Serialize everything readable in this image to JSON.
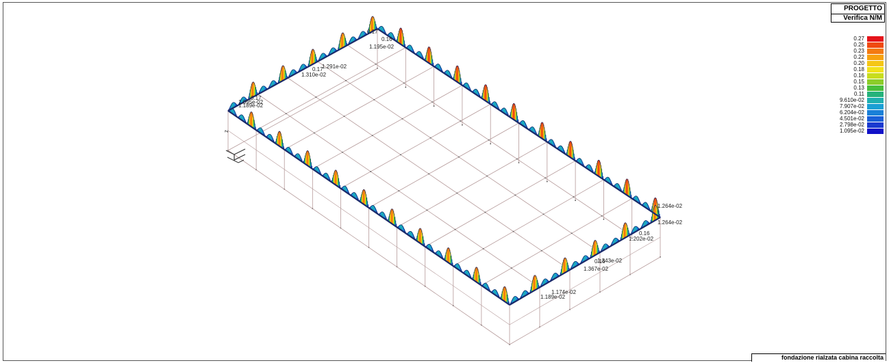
{
  "header": {
    "title": "PROGETTO",
    "subtitle": "Verifica N/M"
  },
  "footer": {
    "project": "fondazione rialzata cabina raccolta"
  },
  "legend": {
    "values": [
      "0.27",
      "0.25",
      "0.23",
      "0.22",
      "0.20",
      "0.18",
      "0.16",
      "0.15",
      "0.13",
      "0.11",
      "9.610e-02",
      "7.907e-02",
      "6.204e-02",
      "4.501e-02",
      "2.798e-02",
      "1.095e-02"
    ],
    "colors": [
      "#e5141a",
      "#f04a10",
      "#f47a10",
      "#f7a20e",
      "#f5c615",
      "#f2e21a",
      "#c8dd1e",
      "#8ccd2a",
      "#48bf3c",
      "#25b27a",
      "#1eafb0",
      "#1a9fd4",
      "#1a80d8",
      "#1a5fd8",
      "#1a3ad0",
      "#1010c8"
    ]
  },
  "axes": {
    "z_label": "z"
  },
  "annotations": [
    {
      "text": "1.264e-02"
    },
    {
      "text": "0.16"
    },
    {
      "text": "1.202e-02"
    },
    {
      "text": "0.16"
    },
    {
      "text": "1.195e-02"
    },
    {
      "text": "1.310e-02"
    },
    {
      "text": "0.17"
    },
    {
      "text": "1.291e-02"
    },
    {
      "text": "1.095e-02"
    },
    {
      "text": "0.17"
    },
    {
      "text": "1.189e-02"
    },
    {
      "text": "1.174e-02"
    },
    {
      "text": "1.189e-02"
    },
    {
      "text": "0.16"
    },
    {
      "text": "1.343e-02"
    },
    {
      "text": "1.367e-02"
    },
    {
      "text": "0.17"
    },
    {
      "text": "1.264e-02"
    }
  ]
}
